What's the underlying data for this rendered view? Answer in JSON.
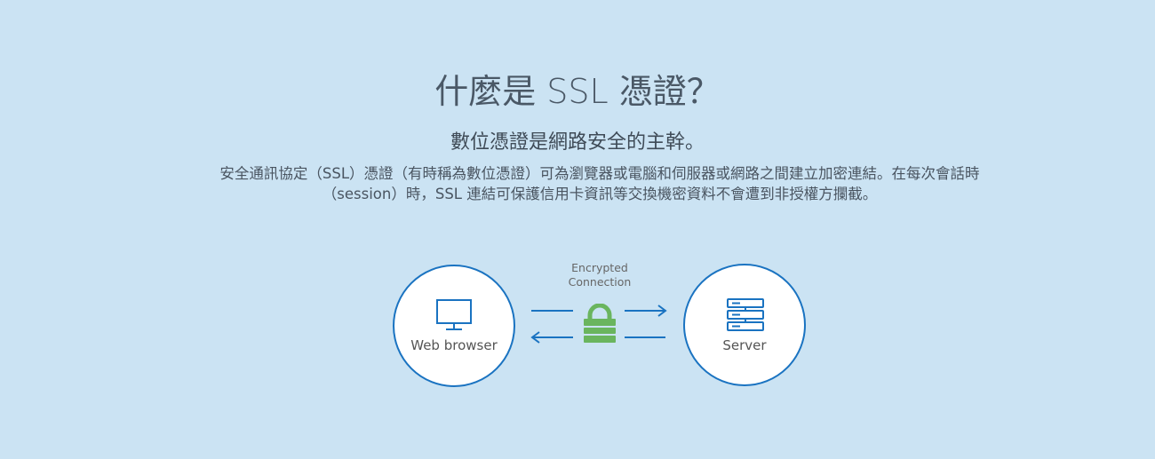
{
  "title": "什麼是 SSL 憑證？",
  "subtitle": "數位憑證是網路安全的主幹。",
  "description": {
    "line1": "安全通訊協定（SSL）憑證（有時稱為數位憑證）可為瀏覽器或電腦和伺服器或網路之間建立加密連結。在每次會話時",
    "line2": "（session）時，SSL 連結可保護信用卡資訊等交換機密資料不會遭到非授權方攔截。"
  },
  "diagram": {
    "browser_label": "Web browser",
    "server_label": "Server",
    "encrypted_line1": "Encrypted",
    "encrypted_line2": "Connection"
  },
  "colors": {
    "background": "#cbe3f3",
    "accent": "#1a73c1",
    "lock": "#6ab55e"
  }
}
